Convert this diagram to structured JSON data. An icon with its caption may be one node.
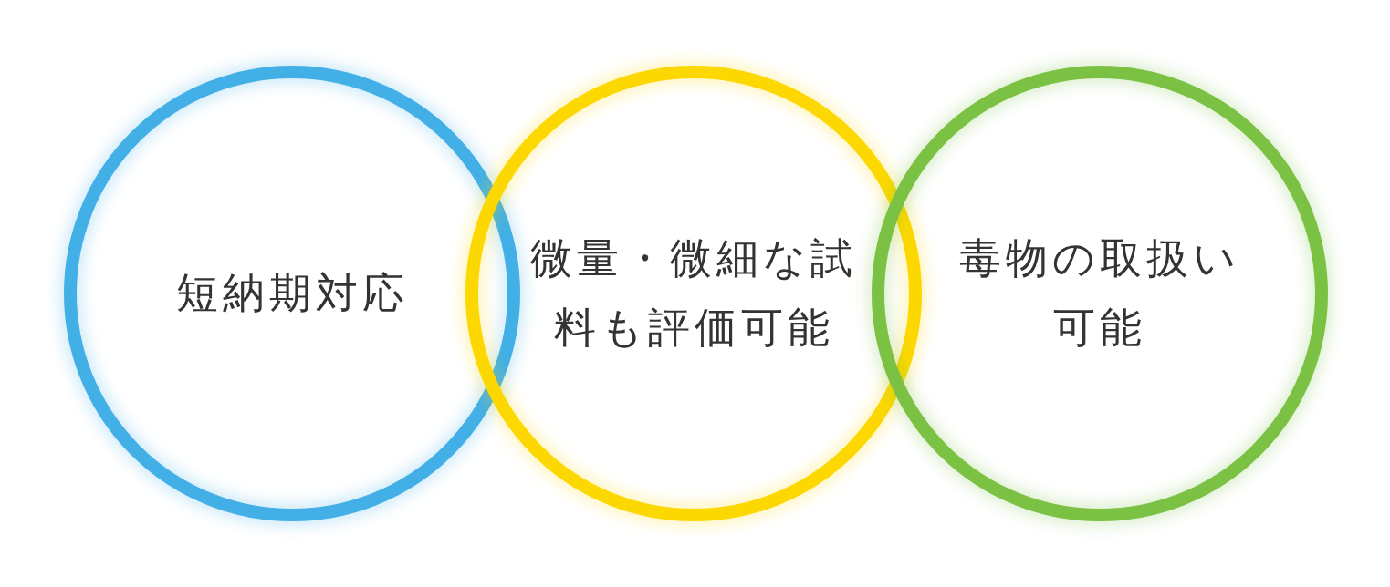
{
  "diagram": {
    "nodes": [
      {
        "text": [
          "短納期対応"
        ]
      },
      {
        "text": [
          "微量・微細な試料も評価可能"
        ]
      },
      {
        "text": [
          "毒物の取扱い可能"
        ]
      }
    ]
  }
}
